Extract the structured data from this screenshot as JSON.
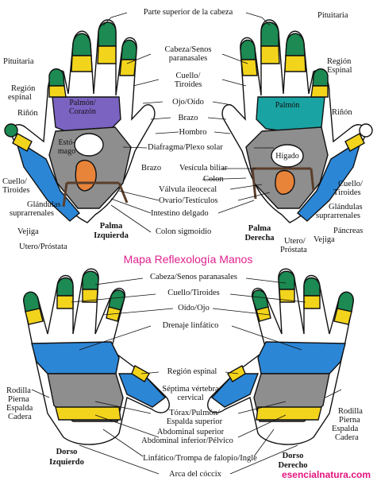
{
  "title": "Mapa Reflexología Manos",
  "brand": "esencialnatura.com",
  "colors": {
    "green": "#1c8a52",
    "yellow": "#f3d41c",
    "blue": "#2c86d6",
    "teal": "#1aa3a3",
    "purple": "#7b63c2",
    "gray": "#8e8e8e",
    "orange": "#e8833a",
    "title": "#e0208e"
  },
  "palm": {
    "left_caption_1": "Palma",
    "left_caption_2": "Izquierda",
    "right_caption_1": "Palma",
    "right_caption_2": "Derecha",
    "left_zone_1": "Palmón/",
    "left_zone_2": "Corazón",
    "left_stomach_1": "Estó-",
    "left_stomach_2": "mago",
    "right_zone": "Palmón",
    "right_liver": "Hígado",
    "center": [
      "Parte superior de la cabeza",
      "Cabeza/Senos",
      "paranasales",
      "Cuello/",
      "Tiroides",
      "Ojo/Oído",
      "Brazo",
      "Hombro",
      "Diafragma/Plexo solar",
      "Brazo",
      "Vesícula biliar",
      "Colon",
      "Válvula ileocecal",
      "Ovario/Testículos",
      "Intestino delgado",
      "Colon sigmoidio"
    ],
    "left": [
      "Pituitaria",
      "Región",
      "espinal",
      "Riñón",
      "Cuello/",
      "Tiroides",
      "Glándulas",
      "suprarrenales",
      "Vejiga",
      "Utero/Próstata"
    ],
    "right": [
      "Pituitaria",
      "Región",
      "Espinal",
      "Riñón",
      "Cuello/",
      "Tiroides",
      "Glándulas",
      "suprarrenales",
      "Páncreas",
      "Vejiga",
      "Utero/",
      "Próstata"
    ]
  },
  "dorsum": {
    "left_caption_1": "Dorso",
    "left_caption_2": "Izquierdo",
    "right_caption_1": "Dorso",
    "right_caption_2": "Derecho",
    "center": [
      "Cabeza/Senos paranasales",
      "Cuello/Tiroides",
      "Oído/Ojo",
      "Drenaje linfático",
      "Región espinal",
      "Séptima vértebra",
      "cervical",
      "Tórax/Pulmón/",
      "Espalda superior",
      "Abdominal superior",
      "Abdominal inferior/Pélvico",
      "Linfático/Trompa de falopio/Ingle",
      "Arca del cóccix"
    ],
    "left": [
      "Rodilla",
      "Pierna",
      "Espalda",
      "Cadera"
    ],
    "right": [
      "Rodilla",
      "Pierna",
      "Espalda",
      "Cadera"
    ]
  }
}
